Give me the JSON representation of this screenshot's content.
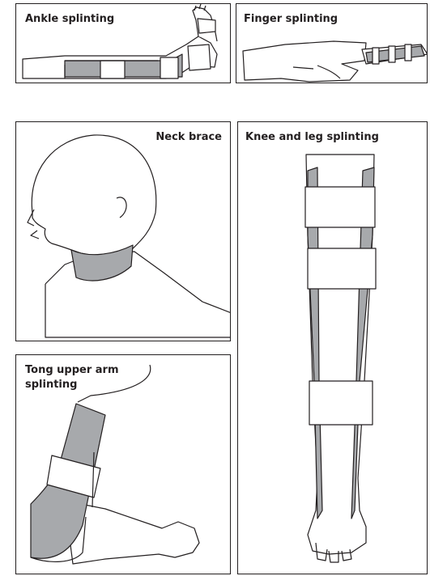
{
  "panels": {
    "ankle": {
      "label": "Ankle splinting"
    },
    "finger": {
      "label": "Finger splinting"
    },
    "neck": {
      "label": "Neck brace"
    },
    "knee": {
      "label": "Knee and leg splinting"
    },
    "tong": {
      "label": "Tong upper arm splinting"
    }
  },
  "colors": {
    "splint": "#a7a9ac",
    "line": "#231f20",
    "background": "#ffffff"
  }
}
